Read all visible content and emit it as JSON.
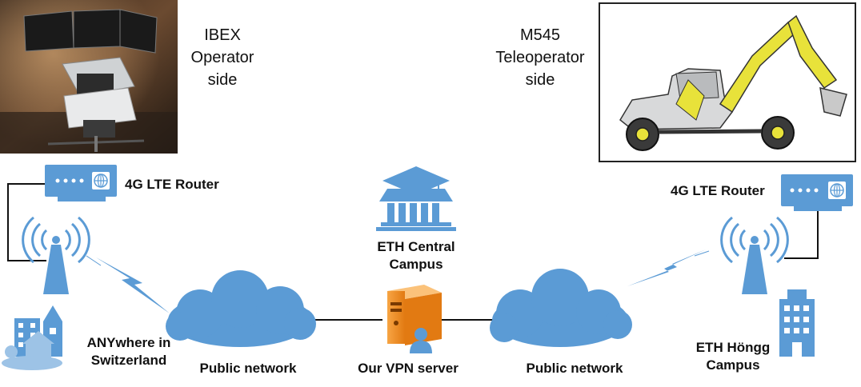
{
  "labels": {
    "operator_side": [
      "IBEX",
      "Operator",
      "side"
    ],
    "teleoperator_side": [
      "M545",
      "Teleoperator",
      "side"
    ],
    "router_left": "4G LTE Router",
    "router_right": "4G LTE Router",
    "campus_central": [
      "ETH Central",
      "Campus"
    ],
    "anywhere": [
      "ANYwhere in",
      "Switzerland"
    ],
    "public_network_left": "Public network",
    "vpn_server": "Our VPN server",
    "public_network_right": "Public network",
    "hongg_campus": [
      "ETH Höngg",
      "Campus"
    ]
  },
  "colors": {
    "icon_blue": "#5b9bd5",
    "icon_light": "#9dc3e6",
    "excavator_yellow": "#e8e23a",
    "server_orange": "#f08a24",
    "line": "#111111"
  },
  "icons": [
    "simulator-photo",
    "excavator-photo",
    "router-icon",
    "antenna-icon",
    "lightning-icon",
    "cloud-icon",
    "university-icon",
    "server-icon",
    "city-icon",
    "office-building-icon"
  ]
}
